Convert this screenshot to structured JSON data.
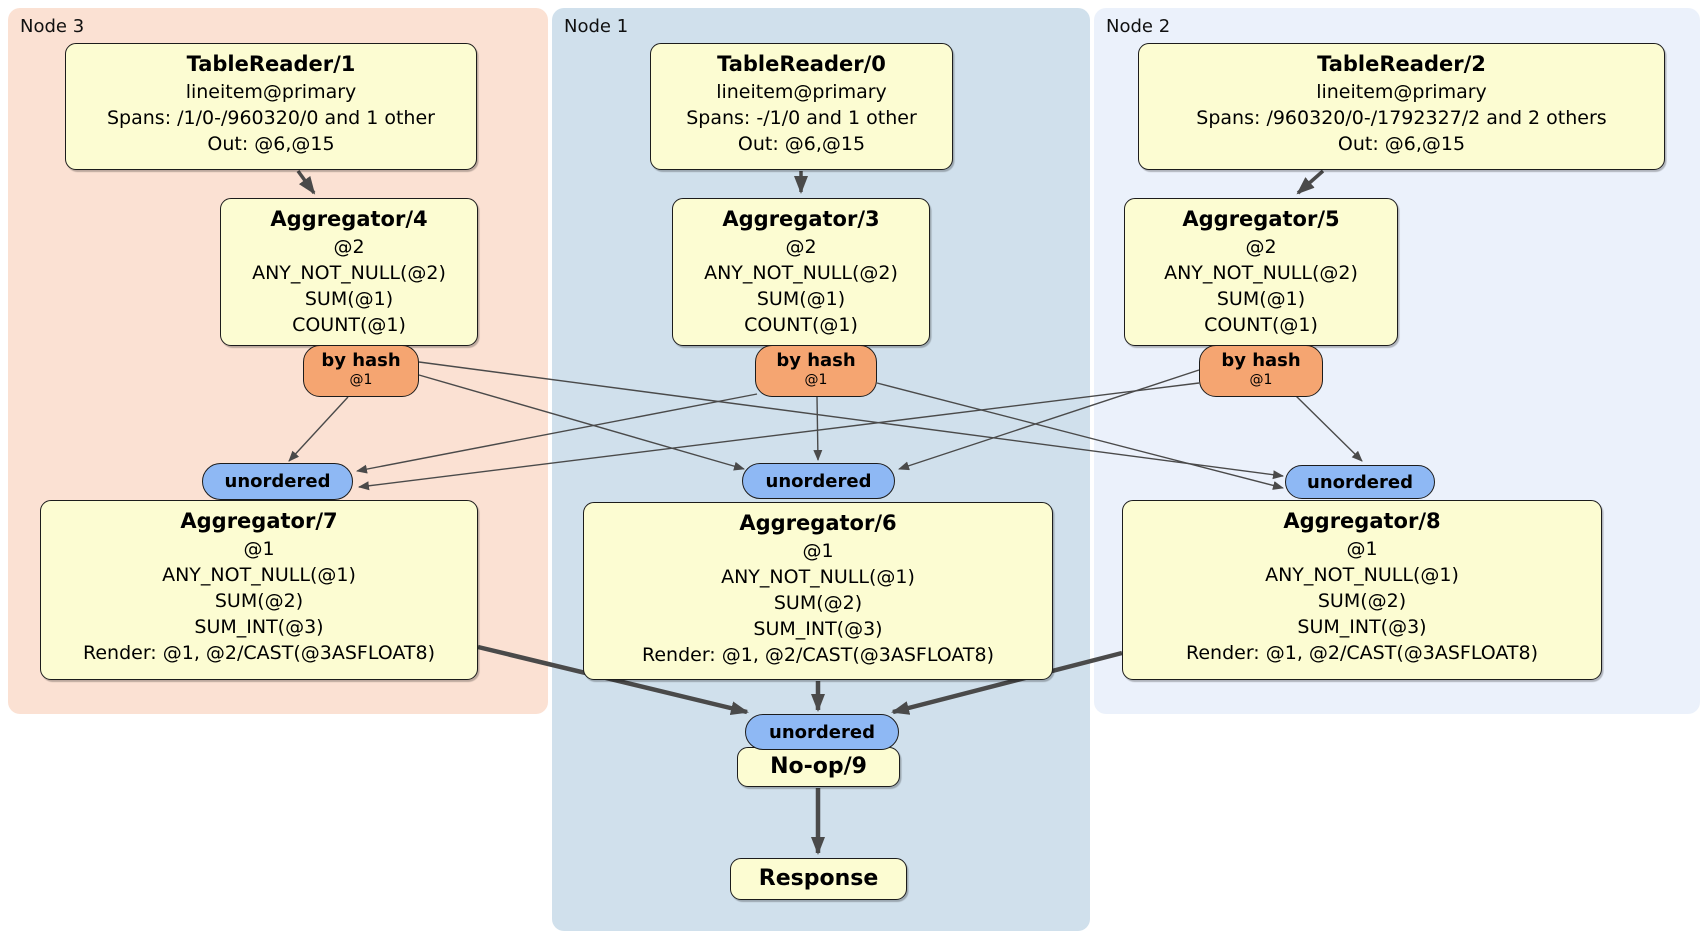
{
  "groups": {
    "node3": {
      "label": "Node 3"
    },
    "node1": {
      "label": "Node 1"
    },
    "node2": {
      "label": "Node 2"
    }
  },
  "boxes": {
    "tr1": {
      "title": "TableReader/1",
      "lines": [
        "lineitem@primary",
        "Spans: /1/0-/960320/0 and 1 other",
        "Out: @6,@15"
      ]
    },
    "tr0": {
      "title": "TableReader/0",
      "lines": [
        "lineitem@primary",
        "Spans: -/1/0 and 1 other",
        "Out: @6,@15"
      ]
    },
    "tr2": {
      "title": "TableReader/2",
      "lines": [
        "lineitem@primary",
        "Spans: /960320/0-/1792327/2 and 2 others",
        "Out: @6,@15"
      ]
    },
    "agg4": {
      "title": "Aggregator/4",
      "lines": [
        "@2",
        "ANY_NOT_NULL(@2)",
        "SUM(@1)",
        "COUNT(@1)"
      ]
    },
    "agg3": {
      "title": "Aggregator/3",
      "lines": [
        "@2",
        "ANY_NOT_NULL(@2)",
        "SUM(@1)",
        "COUNT(@1)"
      ]
    },
    "agg5": {
      "title": "Aggregator/5",
      "lines": [
        "@2",
        "ANY_NOT_NULL(@2)",
        "SUM(@1)",
        "COUNT(@1)"
      ]
    },
    "agg7": {
      "title": "Aggregator/7",
      "lines": [
        "@1",
        "ANY_NOT_NULL(@1)",
        "SUM(@2)",
        "SUM_INT(@3)",
        "Render: @1, @2/CAST(@3ASFLOAT8)"
      ]
    },
    "agg6": {
      "title": "Aggregator/6",
      "lines": [
        "@1",
        "ANY_NOT_NULL(@1)",
        "SUM(@2)",
        "SUM_INT(@3)",
        "Render: @1, @2/CAST(@3ASFLOAT8)"
      ]
    },
    "agg8": {
      "title": "Aggregator/8",
      "lines": [
        "@1",
        "ANY_NOT_NULL(@1)",
        "SUM(@2)",
        "SUM_INT(@3)",
        "Render: @1, @2/CAST(@3ASFLOAT8)"
      ]
    },
    "noop": {
      "title": "No-op/9"
    },
    "response": {
      "title": "Response"
    }
  },
  "routers": {
    "by_hash_label": "by hash",
    "by_hash_sub": "@1",
    "unordered_label": "unordered"
  },
  "colors": {
    "node3_bg": "#fbe1d3",
    "node1_bg": "#d0e0ec",
    "node2_bg": "#ebf1fb",
    "box_fill": "#fcfcd2",
    "hash_fill": "#f5a571",
    "unordered_fill": "#8eb8f4",
    "edge": "#4a4a4a",
    "border": "#1c1c1c"
  }
}
